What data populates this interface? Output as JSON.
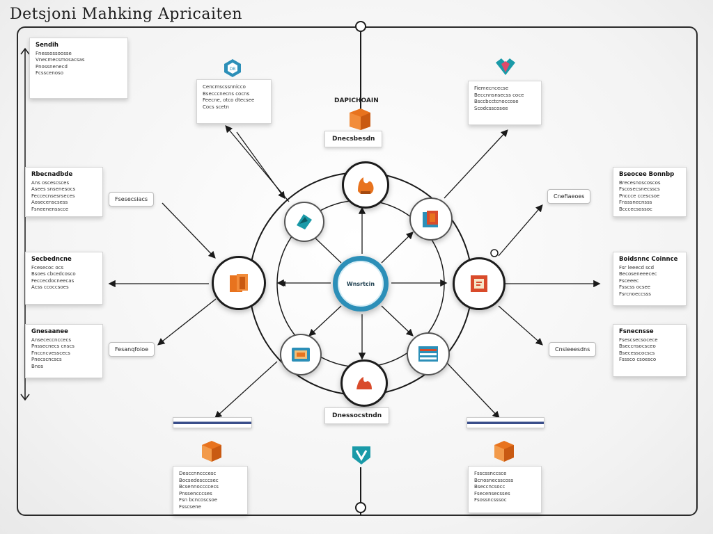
{
  "title": "Detsjoni Mahking Apricaiten",
  "top_box": {
    "title": "DAPICHOAIN",
    "label": "Dnecsbesdn"
  },
  "bottom_box": {
    "label": "Dnessocstndn"
  },
  "hub": {
    "label": "Wnsrtcin"
  },
  "card_top_left": {
    "lines": [
      "Cencmscssnnicco",
      "Bsecccnecns cocns",
      "Feecne, otco dtecsee",
      "Cocs scetn"
    ]
  },
  "card_top_right": {
    "lines": [
      "Fiemecncecse",
      "Beccnnsnsecss coce",
      "Bsccbcctcnoccose",
      "Scodcsscosee"
    ]
  },
  "card_far_top_left": {
    "title": "Sendih",
    "lines": [
      "Fnessossoosse",
      "Vnecmecsmosacsas",
      "Pnossnenecd",
      "Fcsscenoso"
    ]
  },
  "card_left_1": {
    "title": "Rbecnadbde",
    "lines": [
      "Ans oscescsces",
      "Asees snsenesocs",
      "Feccecnsesrseces",
      "Aosecenscsess",
      "Fsneenensscce"
    ]
  },
  "card_left_2": {
    "title": "Secbedncne",
    "lines": [
      "Fcesecoc ocs",
      "Bsoes cbcedcosco",
      "Feccecdocneecas",
      "Acss ccoccsoes"
    ]
  },
  "card_left_3": {
    "title": "Gnesaanee",
    "lines": [
      "Ansececcnccecs",
      "Pnssecnecs cnscs",
      "Fnccncvesscecs",
      "Pnecscncscs",
      "Bnos"
    ]
  },
  "card_right_1": {
    "title": "Bseocee Bonnbp",
    "lines": [
      "Brecesnoscoscos",
      "Fscosecsnecsscs",
      "Pnccce ccescsoe",
      "Fnsssnecnsss",
      "Bcccecsossoc"
    ]
  },
  "card_right_2": {
    "title": "Boidsnnc Coinnce",
    "lines": [
      "Fsr leeecd scd",
      "Becoseneeecec",
      "Fsceeec",
      "Fsscss ocsee",
      "Fsrcnoeccsss"
    ]
  },
  "card_right_3": {
    "title": "Fsnecnsse",
    "lines": [
      "Fsescsecsocece",
      "Bseccnsocsceo",
      "Bsecesscocscs",
      "Fsssco csoesco"
    ]
  },
  "card_bottom_left": {
    "lines": [
      "Desccnncccesc",
      "Bocsedescccsec",
      "Bcsennoccccecs",
      "Pnssencccses",
      "Fsn bcncoscsoe",
      "Fsscsene"
    ]
  },
  "card_bottom_right": {
    "lines": [
      "Fsscssnccsce",
      "Bcnosnecsscoss",
      "Bseccncsocc",
      "Fsecensecsses",
      "Fsossncsssoc"
    ]
  },
  "tag_left_1": "Fsesecsiacs",
  "tag_left_2": "Fesanqfoioe",
  "tag_right_1": "Cnefiaeoes",
  "tag_right_2": "Cnsieeesdns",
  "colors": {
    "accent_blue": "#2c8fb8",
    "accent_orange": "#e8731e",
    "accent_red": "#d94b2b",
    "accent_teal": "#1a9aa8",
    "navy": "#3a4e8a"
  }
}
